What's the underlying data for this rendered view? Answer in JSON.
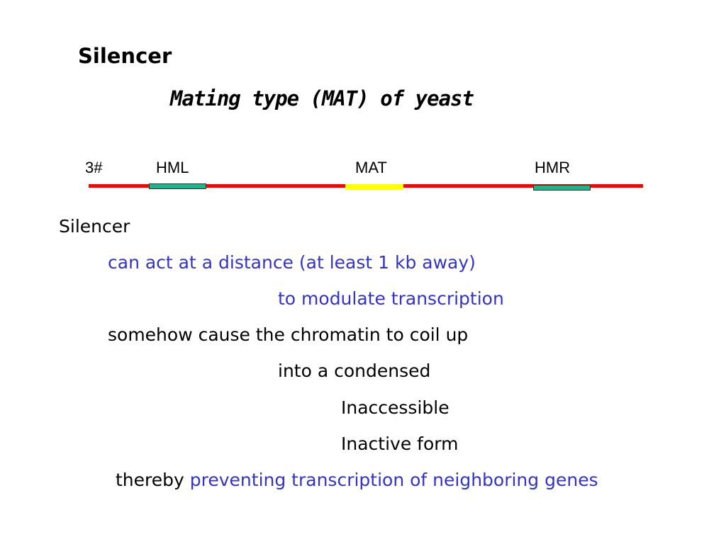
{
  "slide": {
    "title": "Silencer",
    "subtitle": "Mating type (MAT) of yeast"
  },
  "diagram": {
    "left_label": "3#",
    "loci": [
      {
        "label": "HML",
        "color": "#1fb58a"
      },
      {
        "label": "MAT",
        "color": "#ffff00"
      },
      {
        "label": "HMR",
        "color": "#1fb58a"
      }
    ],
    "line_color": "#ff0000"
  },
  "body": {
    "heading": "Silencer",
    "line1": "can act at a distance (at least 1 kb away)",
    "line2": "to modulate transcription",
    "line3": "somehow cause the chromatin to coil up",
    "line4": "into a condensed",
    "line5": "Inaccessible",
    "line6": "Inactive form",
    "line7_prefix": "thereby",
    "line7_highlight": "preventing transcription of neighboring genes"
  },
  "colors": {
    "highlight_text": "#3333cc"
  }
}
